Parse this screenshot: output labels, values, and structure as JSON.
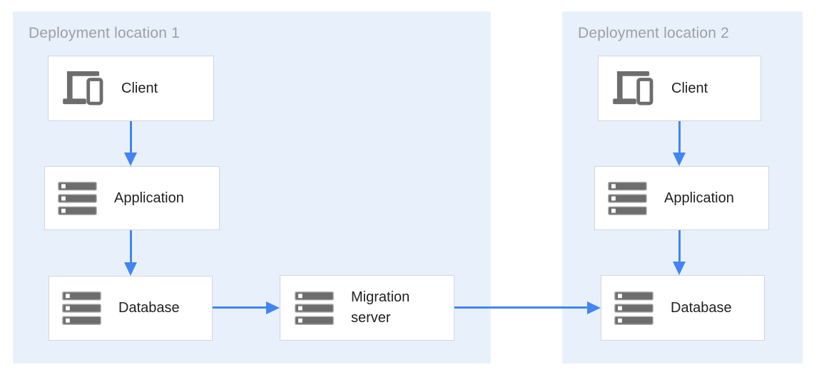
{
  "diagram": {
    "type": "architecture-diagram",
    "panels": {
      "loc1": {
        "title": "Deployment location 1"
      },
      "loc2": {
        "title": "Deployment location 2"
      }
    },
    "nodes": {
      "client1": {
        "label": "Client",
        "icon": "client-devices-icon",
        "panel": "Deployment location 1"
      },
      "app1": {
        "label": "Application",
        "icon": "server-icon",
        "panel": "Deployment location 1"
      },
      "db1": {
        "label": "Database",
        "icon": "server-icon",
        "panel": "Deployment location 1"
      },
      "migration": {
        "label": "Migration server",
        "icon": "server-icon",
        "panel": "Deployment location 1"
      },
      "client2": {
        "label": "Client",
        "icon": "client-devices-icon",
        "panel": "Deployment location 2"
      },
      "app2": {
        "label": "Application",
        "icon": "server-icon",
        "panel": "Deployment location 2"
      },
      "db2": {
        "label": "Database",
        "icon": "server-icon",
        "panel": "Deployment location 2"
      }
    },
    "edges": [
      {
        "from": "client1",
        "to": "app1"
      },
      {
        "from": "app1",
        "to": "db1"
      },
      {
        "from": "db1",
        "to": "migration"
      },
      {
        "from": "migration",
        "to": "db2"
      },
      {
        "from": "client2",
        "to": "app2"
      },
      {
        "from": "app2",
        "to": "db2"
      }
    ],
    "colors": {
      "panel_background": "#e8f1fb",
      "node_background": "#ffffff",
      "node_border": "#d2d5d9",
      "arrow": "#4285f4",
      "icon": "#6d6d6d",
      "panel_title": "#9aa0a6",
      "node_label": "#212121"
    }
  }
}
